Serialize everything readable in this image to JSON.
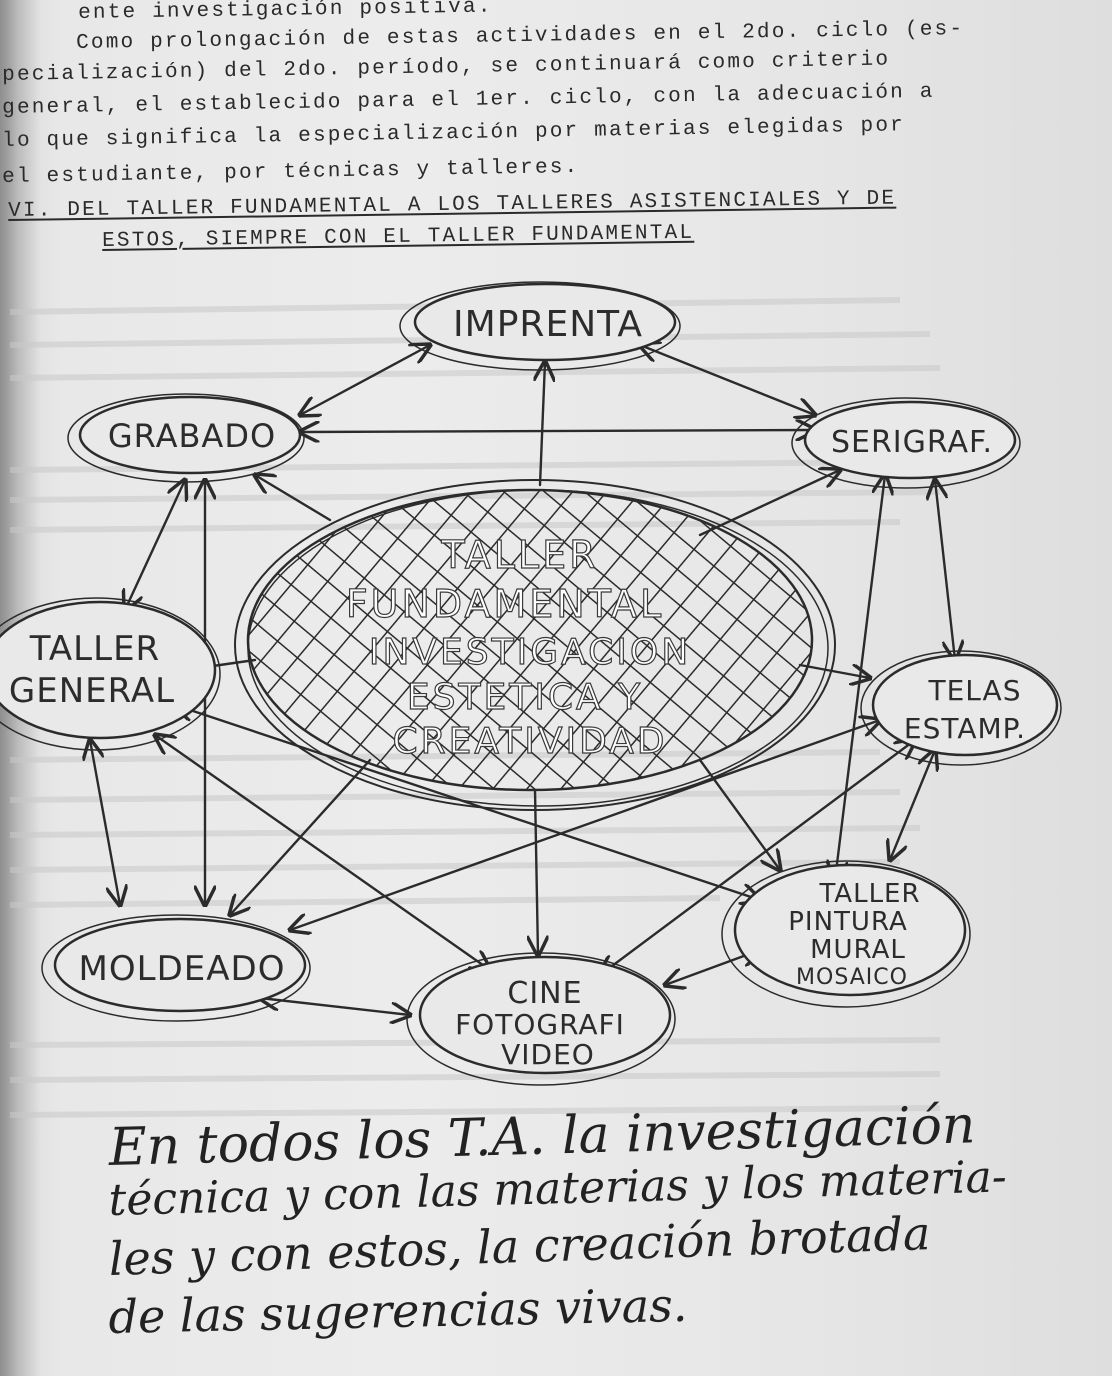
{
  "typed_text": {
    "line_1": "ente investigación positiva.",
    "line_2": "Como prolongación de estas actividades en el 2do. ciclo (es-",
    "line_3": "pecialización) del 2do. período, se continuará como criterio",
    "line_4": "general, el establecido para el 1er. ciclo, con la adecuación a",
    "line_5": "lo que significa la especialización por materias elegidas por",
    "line_6": "el estudiante, por técnicas y talleres."
  },
  "section_heading": {
    "line_1": "VI. DEL TALLER FUNDAMENTAL A LOS TALLERES ASISTENCIALES Y DE",
    "line_2": "ESTOS, SIEMPRE CON EL TALLER FUNDAMENTAL"
  },
  "diagram": {
    "center": {
      "line_1": "TALLER",
      "line_2": "FUNDAMENTAL",
      "line_3": "INVESTIGACION",
      "line_4": "ESTETICA Y",
      "line_5": "CREATIVIDAD"
    },
    "nodes": {
      "imprenta": "IMPRENTA",
      "grabado": "GRABADO",
      "serigrafia": "SERIGRAF.",
      "taller_general_1": "TALLER",
      "taller_general_2": "GENERAL",
      "telas_1": "TELAS",
      "telas_2": "ESTAMP.",
      "pintura_1": "TALLER",
      "pintura_2": "PINTURA",
      "pintura_3": "MURAL",
      "pintura_4": "MOSAICO",
      "moldeado": "MOLDEADO",
      "cine_1": "CINE",
      "cine_2": "FOTOGRAFI",
      "cine_3": "VIDEO"
    },
    "colors": {
      "ink": "#2b2b2b",
      "paper": "#e9e9e9"
    }
  },
  "handwritten_note": {
    "line_1": "En todos los T.A. la investigación",
    "line_2": "técnica y con las materias y los materia-",
    "line_3": "les y con estos, la creación brotada",
    "line_4": "de las sugerencias vivas."
  }
}
